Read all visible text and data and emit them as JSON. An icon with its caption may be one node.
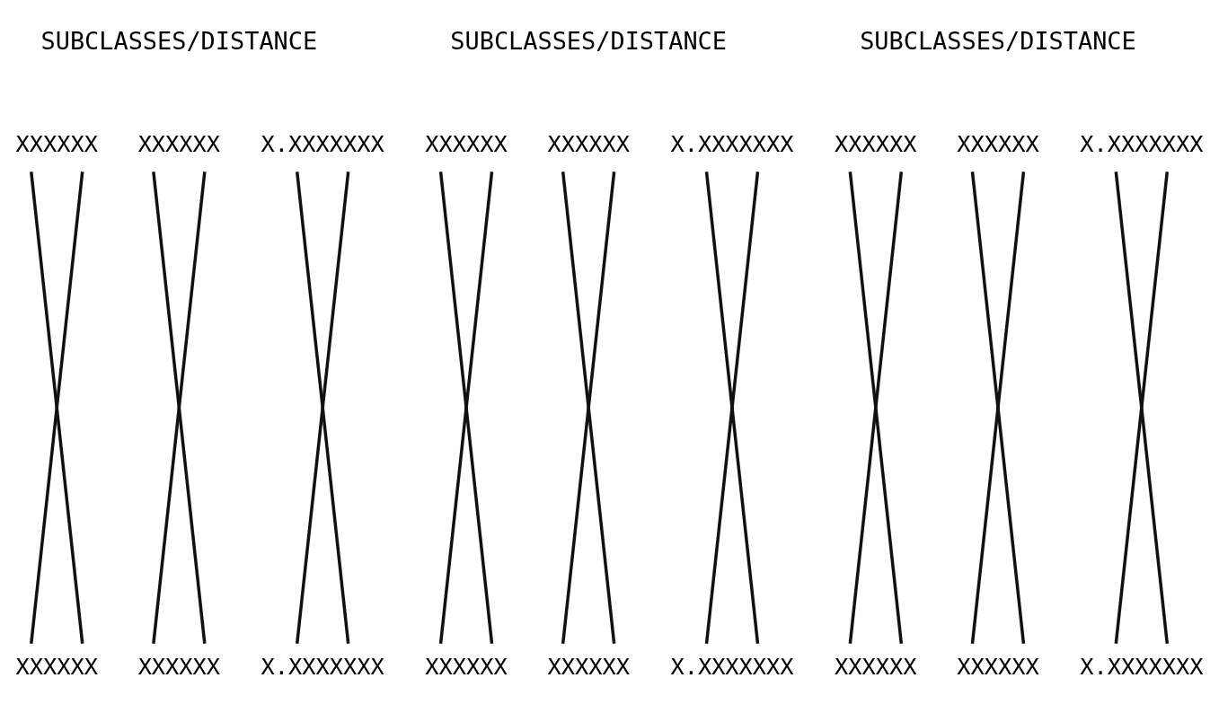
{
  "diagram": {
    "nodes": [
      {
        "text": [
          "XXXXXX"
        ]
      },
      {
        "text": [
          "XXXXXX"
        ]
      },
      {
        "text": [
          "X.XXXXXXX"
        ]
      },
      {
        "text": [
          "XXXXXX"
        ]
      },
      {
        "text": [
          "XXXXXX"
        ]
      },
      {
        "text": [
          "X.XXXXXXX"
        ]
      },
      {
        "text": [
          "XXXXXX"
        ]
      },
      {
        "text": [
          "XXXXXX"
        ]
      },
      {
        "text": [
          "X.XXXXXXX"
        ]
      },
      {
        "text": [
          "XXXXXX"
        ]
      },
      {
        "text": [
          "XXXXXX"
        ]
      },
      {
        "text": [
          "X.XXXXXXX"
        ]
      },
      {
        "text": [
          "XXXXXX"
        ]
      },
      {
        "text": [
          "XXXXXX"
        ]
      },
      {
        "text": [
          "X.XXXXXXX"
        ]
      },
      {
        "text": [
          "XXXXXX"
        ]
      },
      {
        "text": [
          "XXXXXX"
        ]
      },
      {
        "text": [
          "X.XXXXXXX"
        ]
      }
    ],
    "edges": [
      {
        "from": 0,
        "to": 9,
        "arrow": "none"
      },
      {
        "from": 0,
        "to": 9,
        "arrow": "none"
      },
      {
        "from": 1,
        "to": 10,
        "arrow": "none"
      },
      {
        "from": 1,
        "to": 10,
        "arrow": "none"
      },
      {
        "from": 2,
        "to": 11,
        "arrow": "none"
      },
      {
        "from": 2,
        "to": 11,
        "arrow": "none"
      },
      {
        "from": 3,
        "to": 12,
        "arrow": "none"
      },
      {
        "from": 3,
        "to": 12,
        "arrow": "none"
      },
      {
        "from": 4,
        "to": 13,
        "arrow": "none"
      },
      {
        "from": 4,
        "to": 13,
        "arrow": "none"
      },
      {
        "from": 5,
        "to": 14,
        "arrow": "none"
      },
      {
        "from": 5,
        "to": 14,
        "arrow": "none"
      },
      {
        "from": 6,
        "to": 15,
        "arrow": "none"
      },
      {
        "from": 6,
        "to": 15,
        "arrow": "none"
      },
      {
        "from": 7,
        "to": 16,
        "arrow": "none"
      },
      {
        "from": 7,
        "to": 16,
        "arrow": "none"
      },
      {
        "from": 8,
        "to": 17,
        "arrow": "none"
      },
      {
        "from": 8,
        "to": 17,
        "arrow": "none"
      }
    ],
    "labels": [
      "SUBCLASSES/DISTANCE",
      "SUBCLASSES/DISTANCE",
      "SUBCLASSES/DISTANCE"
    ]
  }
}
